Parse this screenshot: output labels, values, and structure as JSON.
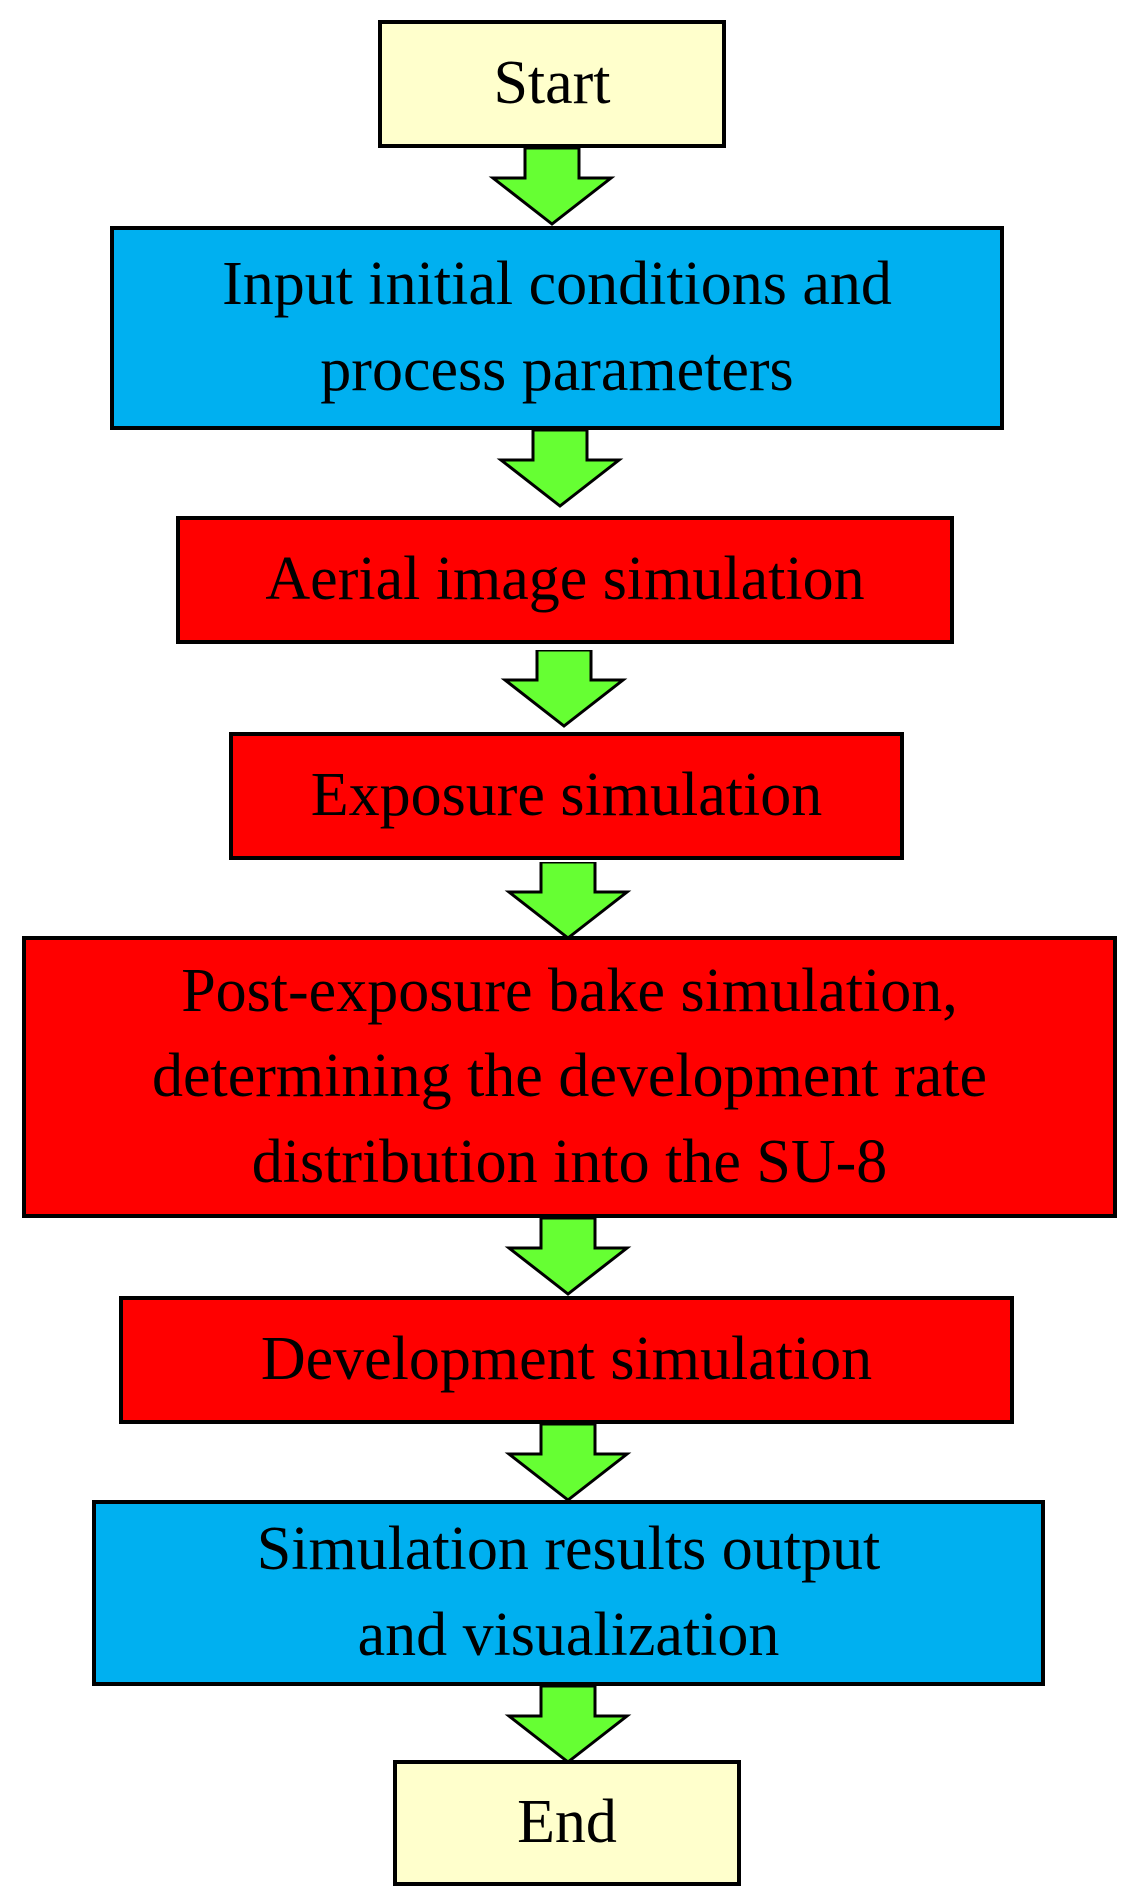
{
  "colors": {
    "terminal": "#ffffcc",
    "io": "#00b0f0",
    "process": "#ff0000",
    "arrow": "#66ff33",
    "border": "#000000"
  },
  "nodes": {
    "start": {
      "label": "Start",
      "kind": "terminal"
    },
    "input": {
      "label": "Input initial conditions and\nprocess parameters",
      "kind": "io"
    },
    "aerial": {
      "label": "Aerial image simulation",
      "kind": "process"
    },
    "exposure": {
      "label": "Exposure simulation",
      "kind": "process"
    },
    "peb": {
      "label": "Post-exposure bake simulation,\ndetermining the development rate\ndistribution into the SU-8",
      "kind": "process"
    },
    "development": {
      "label": "Development simulation",
      "kind": "process"
    },
    "output": {
      "label": "Simulation results output\nand visualization",
      "kind": "io"
    },
    "end": {
      "label": "End",
      "kind": "terminal"
    }
  },
  "edges": [
    {
      "from": "start",
      "to": "input"
    },
    {
      "from": "input",
      "to": "aerial"
    },
    {
      "from": "aerial",
      "to": "exposure"
    },
    {
      "from": "exposure",
      "to": "peb"
    },
    {
      "from": "peb",
      "to": "development"
    },
    {
      "from": "development",
      "to": "output"
    },
    {
      "from": "output",
      "to": "end"
    }
  ]
}
